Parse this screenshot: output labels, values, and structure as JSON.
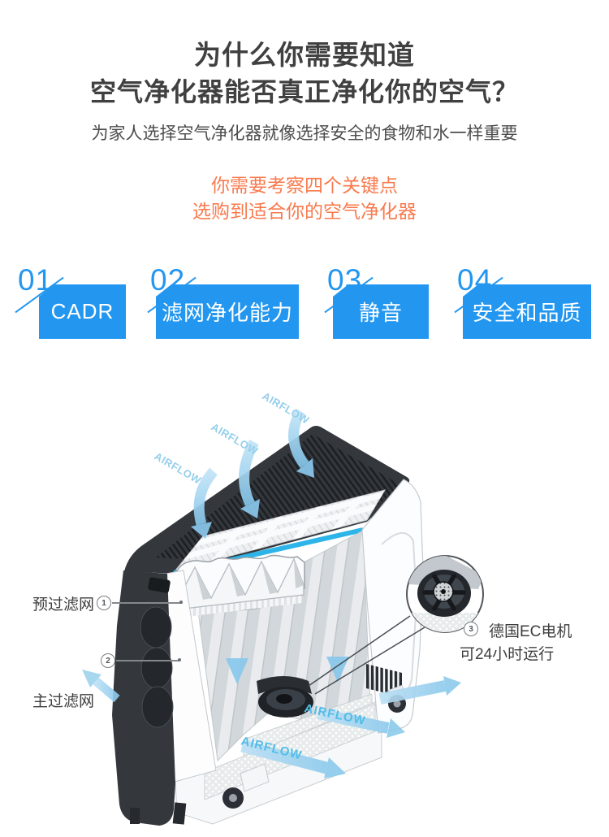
{
  "header": {
    "title_line1": "为什么你需要知道",
    "title_line2": "空气净化器能否真正净化你的空气？",
    "subtitle": "为家人选择空气净化器就像选择安全的食物和水一样重要",
    "highlight_line1": "你需要考察四个关键点",
    "highlight_line2": "选购到适合你的空气净化器"
  },
  "key_points": [
    {
      "number": "01",
      "label": "CADR"
    },
    {
      "number": "02",
      "label": "滤网净化能力"
    },
    {
      "number": "03",
      "label": "静音"
    },
    {
      "number": "04",
      "label": "安全和品质"
    }
  ],
  "diagram": {
    "airflow_label": "AIRFLOW",
    "callout_prefilter": {
      "id": "1",
      "label": "预过滤网"
    },
    "callout_mainfilter": {
      "id": "2",
      "label": "主过滤网"
    },
    "callout_motor": {
      "id": "3",
      "label_line1": "德国EC电机",
      "label_line2": "可24小时运行"
    }
  },
  "colors": {
    "accent_blue": "#2397f0",
    "highlight_orange": "#f97a4e",
    "title_color": "#404040",
    "stripe_cyan": "#2db4e8",
    "arrow_blue": "#a7d7f0",
    "machine_dark": "#34383d"
  }
}
